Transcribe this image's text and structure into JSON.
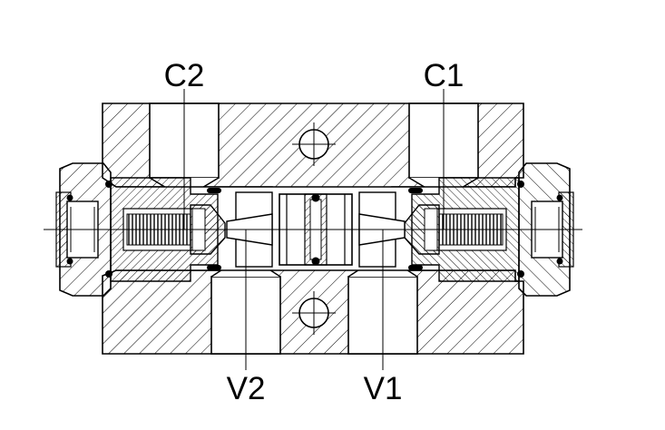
{
  "labels": {
    "c2": "C2",
    "c1": "C1",
    "v2": "V2",
    "v1": "V1"
  },
  "colors": {
    "line": "#000000",
    "background": "#ffffff",
    "seal": "#000000"
  }
}
